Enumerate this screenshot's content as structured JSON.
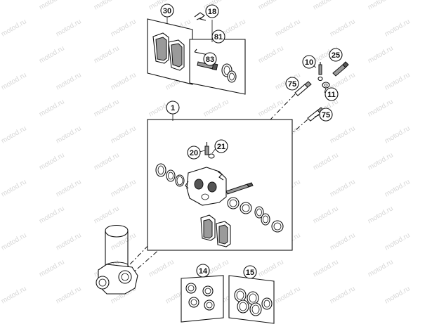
{
  "watermark": {
    "text": "motod.ru"
  },
  "callouts": {
    "c30": "30",
    "c18": "18",
    "c81": "81",
    "c83": "83",
    "c10": "10",
    "c25": "25",
    "c11": "11",
    "c75a": "75",
    "c75b": "75",
    "c1": "1",
    "c20": "20",
    "c21": "21",
    "c14": "14",
    "c15": "15"
  },
  "colors": {
    "line": "#111111",
    "shade": "#9a9a9a",
    "watermark": "#d7d7d7"
  }
}
